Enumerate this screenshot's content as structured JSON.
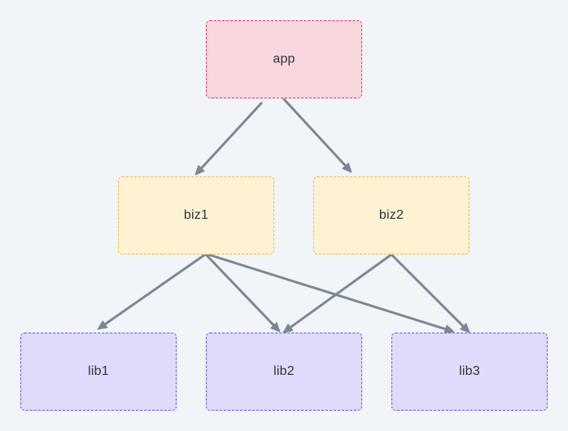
{
  "diagram": {
    "colors": {
      "background": "#f1f5f8",
      "edge": "#7b8794",
      "app_fill": "#f8d7de",
      "app_border": "#e0334e",
      "biz_fill": "#fdf2d2",
      "biz_border": "#f0b93a",
      "lib_fill": "#dedbfb",
      "lib_border": "#6652e6"
    },
    "nodes": {
      "app": {
        "label": "app"
      },
      "biz1": {
        "label": "biz1"
      },
      "biz2": {
        "label": "biz2"
      },
      "lib1": {
        "label": "lib1"
      },
      "lib2": {
        "label": "lib2"
      },
      "lib3": {
        "label": "lib3"
      }
    },
    "edges": [
      {
        "from": "app",
        "to": "biz1"
      },
      {
        "from": "app",
        "to": "biz2"
      },
      {
        "from": "biz1",
        "to": "lib1"
      },
      {
        "from": "biz1",
        "to": "lib2"
      },
      {
        "from": "biz1",
        "to": "lib3"
      },
      {
        "from": "biz2",
        "to": "lib2"
      },
      {
        "from": "biz2",
        "to": "lib3"
      }
    ]
  }
}
